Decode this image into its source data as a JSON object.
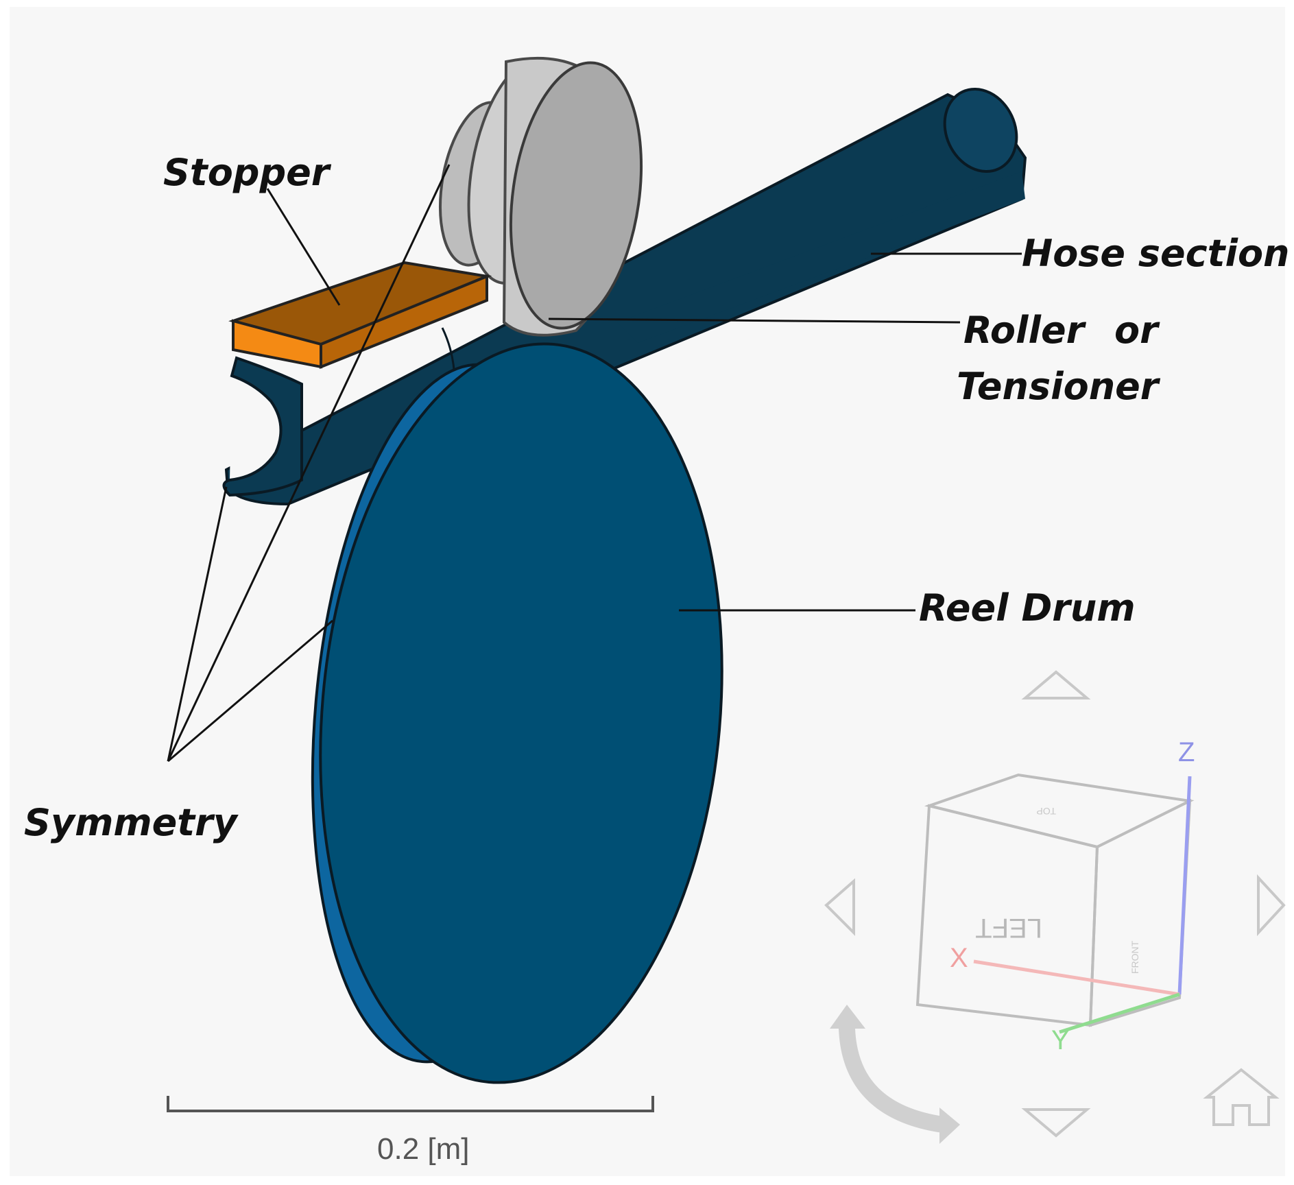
{
  "labels": {
    "stopper": "Stopper",
    "hose_section": "Hose section",
    "roller_line1": "Roller",
    "roller_or": "or",
    "roller_line2": "Tensioner",
    "reel_drum": "Reel Drum",
    "symmetry": "Symmetry"
  },
  "scale_bar": {
    "text": "0.2 [m]"
  },
  "view_cube": {
    "face_label": "LEFT",
    "top_face_label": "TOP",
    "side_face_label": "FRONT",
    "axis_x": "X",
    "axis_y": "Y",
    "axis_z": "Z"
  },
  "colors": {
    "background": "#f7f7f7",
    "hose": "#0b3a52",
    "reel_drum_face": "#004f74",
    "reel_drum_rim": "#0d66a0",
    "roller": "#a9a9a9",
    "stopper_top": "#9a5708",
    "stopper_front": "#f48a14"
  }
}
